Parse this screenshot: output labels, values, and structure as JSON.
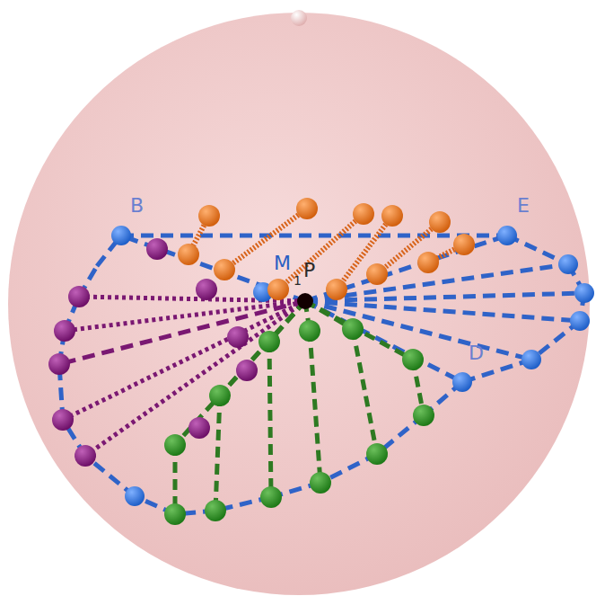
{
  "diagram": {
    "labels": [
      "B",
      "E",
      "M",
      "1",
      "P",
      "D"
    ]
  }
}
